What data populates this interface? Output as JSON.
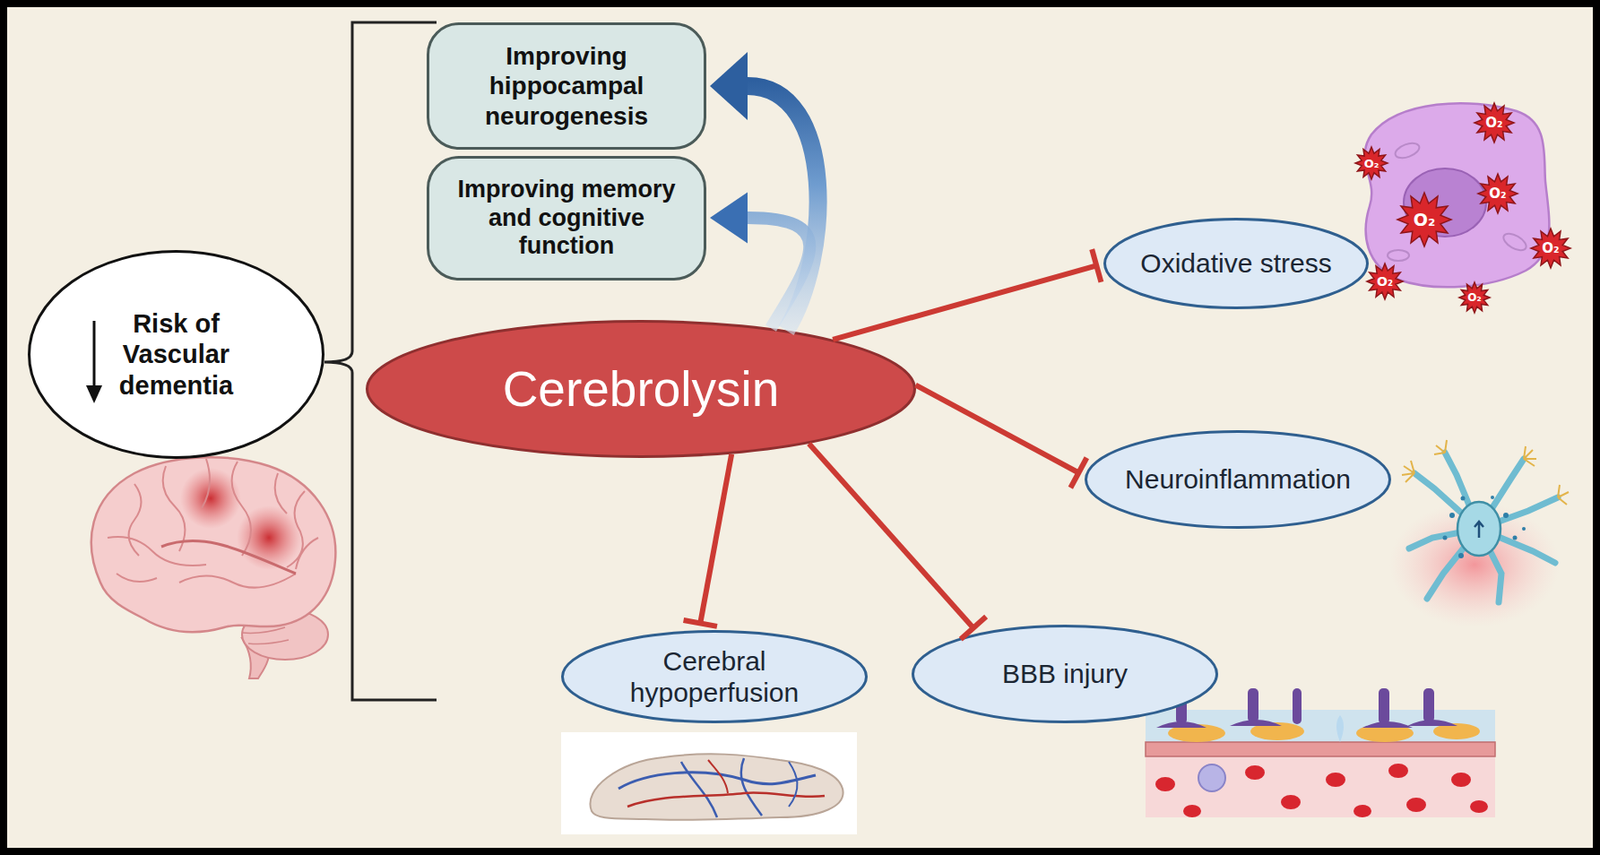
{
  "diagram": {
    "nodes": [
      {
        "text": [
          "Risk of Vascular dementia"
        ]
      },
      {
        "text": [
          "Improving hippocampal neurogenesis"
        ]
      },
      {
        "text": [
          "Improving memory and cognitive function"
        ]
      },
      {
        "text": [
          "Cerebrolysin"
        ]
      },
      {
        "text": [
          "Oxidative stress"
        ]
      },
      {
        "text": [
          "Neuroinflammation"
        ]
      },
      {
        "text": [
          "Cerebral hypoperfusion"
        ]
      },
      {
        "text": [
          "BBB injury"
        ]
      }
    ],
    "edges": [
      {
        "from": 3,
        "to": 1,
        "arrow": "to"
      },
      {
        "from": 3,
        "to": 2,
        "arrow": "to"
      },
      {
        "from": 3,
        "to": 4,
        "arrow": "to"
      },
      {
        "from": 3,
        "to": 5,
        "arrow": "to"
      },
      {
        "from": 3,
        "to": 6,
        "arrow": "to"
      },
      {
        "from": 3,
        "to": 7,
        "arrow": "to"
      }
    ],
    "labels": [
      "O₂",
      "O₂",
      "O₂",
      "O₂",
      "O₂",
      "O₂",
      "O₂"
    ]
  }
}
